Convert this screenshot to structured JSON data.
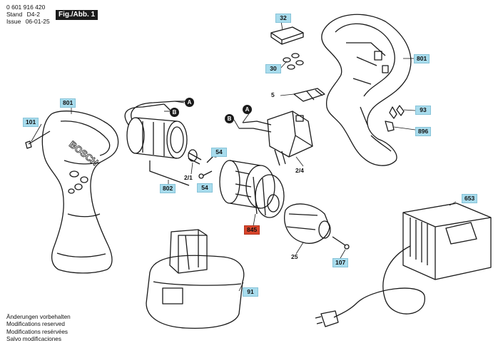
{
  "header": {
    "part_number": "0 601 916 420",
    "stand_label": "Stand",
    "stand_value": "D4-2",
    "issue_label": "Issue",
    "issue_value": "06-01-25",
    "figure": "Fig./Abb. 1"
  },
  "footer": {
    "lines": [
      "Änderungen vorbehalten",
      "Modifications reserved",
      "Modifications resérvées",
      "Salvo modificaciones"
    ]
  },
  "labels": {
    "l32": "32",
    "l30": "30",
    "l801_right": "801",
    "l5": "5",
    "l93": "93",
    "l896": "896",
    "l801_left": "801",
    "l101": "101",
    "l54_top": "54",
    "l2_1": "2/1",
    "l54_bottom": "54",
    "l802": "802",
    "l2_4": "2/4",
    "l845": "845",
    "l25": "25",
    "l107": "107",
    "l653": "653",
    "l91": "91"
  },
  "wire_markers": {
    "a1": "A",
    "b1": "B",
    "a2": "A",
    "b2": "B"
  },
  "brand_text": "BOSCH",
  "colors": {
    "label_fill": "#a8dced",
    "highlight_fill": "#d9452b"
  }
}
